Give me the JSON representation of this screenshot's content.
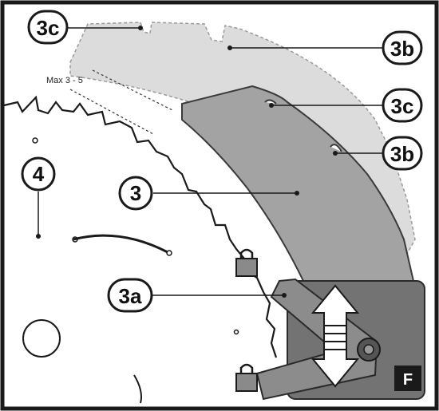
{
  "callouts": {
    "c3c_top": "3c",
    "c3b_top": "3b",
    "c3c_right": "3c",
    "c3b_right": "3b",
    "c4": "4",
    "c3": "3",
    "c3a": "3a"
  },
  "annotation": {
    "depth_note": "Max 3 - 5"
  },
  "figure_badge": "F",
  "colors": {
    "border": "#1a1a1a",
    "guard_light": "#d9d9d9",
    "guard_dark": "#9e9e9e",
    "motor_block": "#707070",
    "badge_bg": "#1a1a1a"
  }
}
